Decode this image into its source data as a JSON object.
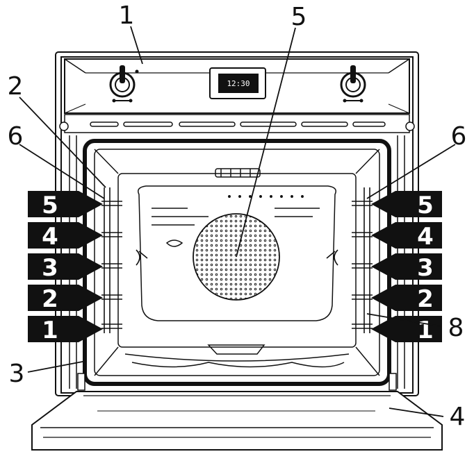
{
  "display": {
    "time": "12:30"
  },
  "callouts": [
    {
      "id": "control-panel",
      "label": "1"
    },
    {
      "id": "shelf-guides-left",
      "label": "2"
    },
    {
      "id": "door-seal",
      "label": "3"
    },
    {
      "id": "oven-door",
      "label": "4"
    },
    {
      "id": "fan-cover",
      "label": "5"
    },
    {
      "id": "wire-rack-left",
      "label": "6"
    },
    {
      "id": "wire-rack-right",
      "label": "6"
    },
    {
      "id": "rack-support",
      "label": "8"
    }
  ],
  "shelf_levels": {
    "left": [
      "5",
      "4",
      "3",
      "2",
      "1"
    ],
    "right": [
      "5",
      "4",
      "3",
      "2",
      "1"
    ]
  },
  "colors": {
    "line": "#111111",
    "tag": "#111111",
    "tag_text": "#ffffff",
    "background": "#ffffff"
  }
}
